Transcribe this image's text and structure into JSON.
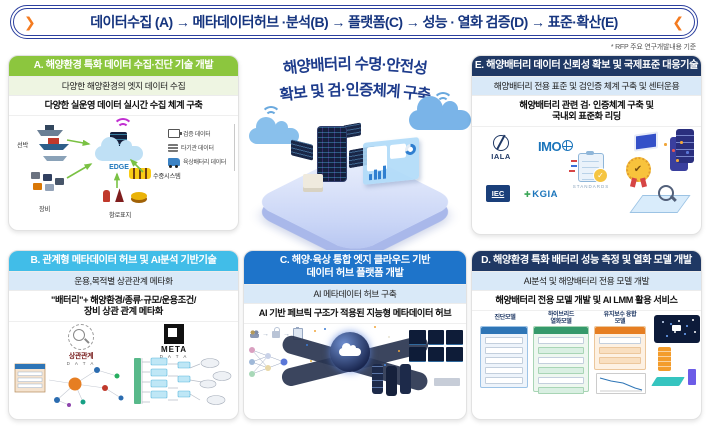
{
  "banner": {
    "left_chevron": "❯",
    "right_chevron": "❮",
    "text": "데이터수집 (A) → 메타데이터허브 ·분석(B)  → 플랫폼(C) → 성능 · 열화 검증(D) → 표준·확산(E)"
  },
  "footnote": "* RFP 주요 연구개발내용 기준",
  "center": {
    "title_line1": "해양배터리  수명·안전성",
    "title_line2": "확보 및 검·인증체계 구축"
  },
  "panel_a": {
    "header": "A. 해양환경 특화 데이터 수집·진단 기술 개발",
    "sub1": "다양한 해양환경의 엣지 데이터 수집",
    "sub2": "다양한 실운영 데이터 실시간 수집 체계 구축",
    "edge_label": "EDGE",
    "label_ships": "선박",
    "label_equipment": "장비",
    "label_aton": "항로표지",
    "label_underwater": "수중시스템",
    "data_items": [
      "검증 데이터",
      "타기관 데이터",
      "육상배터리 데이터"
    ]
  },
  "panel_b": {
    "header": "B. 관계형 메타데이터 허브 및 AI분석 기반기술",
    "sub1": "운용,목적별 상관관계 메타화",
    "sub2_line1": "\"배터리\"+ 해양환경/종류·규모/운용조건/",
    "sub2_line2": "장비 상관 관계 메타화",
    "corr_title": "상관관계",
    "corr_sub": "D A T A",
    "meta_title": "META",
    "meta_sub": "D A T A"
  },
  "panel_c": {
    "header_line1": "C. 해양·육상 통합 엣지 클라우드 기반",
    "header_line2": "데이터 허브 플랫폼 개발",
    "sub1": "AI 메타데이터 허브 구축",
    "sub2": "AI 기반 페브릭 구조가 적용된 지능형 메타데이터 허브"
  },
  "panel_d": {
    "header": "D. 해양환경 특화 배터리 성능 측정 및 열화 모델 개발",
    "sub1": "AI분석 및 해양배터리 전용 모델 개발",
    "sub2": "해양배터리 전용 모델 개발 및 AI LMM 활용 서비스",
    "model_labels": [
      "진단모델",
      "하이브리드\n열화모델",
      "유지보수 융합\n모델"
    ]
  },
  "panel_e": {
    "header": "E. 해양배터리 데이터 신뢰성 확보 및 국제표준 대응기술",
    "sub1": "해양배터리 전용 표준 및 검인증 체계 구축 및 센터운용",
    "sub2_line1": "해양배터리 관련 검· 인증체계 구축 및",
    "sub2_line2": "국내외 표준화 리딩",
    "logos": [
      "IALA",
      "IMO",
      "IEC",
      "KGIA"
    ],
    "standards_label": "STANDARDS",
    "medal_glyph": "✔"
  },
  "colors": {
    "accent_navy": "#1f3864",
    "accent_orange": "#f47b20",
    "header_green": "#8cc63e",
    "header_cyan": "#41bde8",
    "header_blue": "#1e74ca",
    "subrow_blue": "#d9e9f8",
    "subrow_green": "#eef5e2"
  }
}
